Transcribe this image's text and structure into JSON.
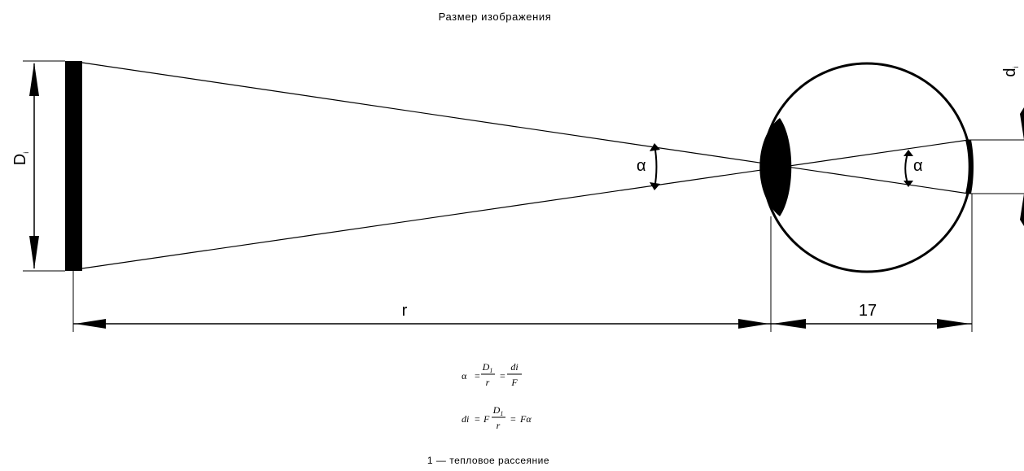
{
  "title": "Размер изображения",
  "labels": {
    "object_size": "D",
    "object_size_sub": "i",
    "image_size": "d",
    "image_size_sub": "i",
    "angle_outer": "α",
    "angle_inner": "α",
    "distance": "r",
    "eye_depth": "17"
  },
  "formula1": {
    "lhs": "α",
    "eq1": "=",
    "num1": "D",
    "num1_sub": "1",
    "den1": "r",
    "eq2": "=",
    "num2": "di",
    "den2": "F"
  },
  "formula2": {
    "lhs": "di",
    "eq1": "=",
    "F": "F",
    "num": "D",
    "num_sub": "1",
    "den": "r",
    "eq2": "=",
    "rhs": "Fα"
  },
  "caption": "1 — тепловое рассеяние"
}
